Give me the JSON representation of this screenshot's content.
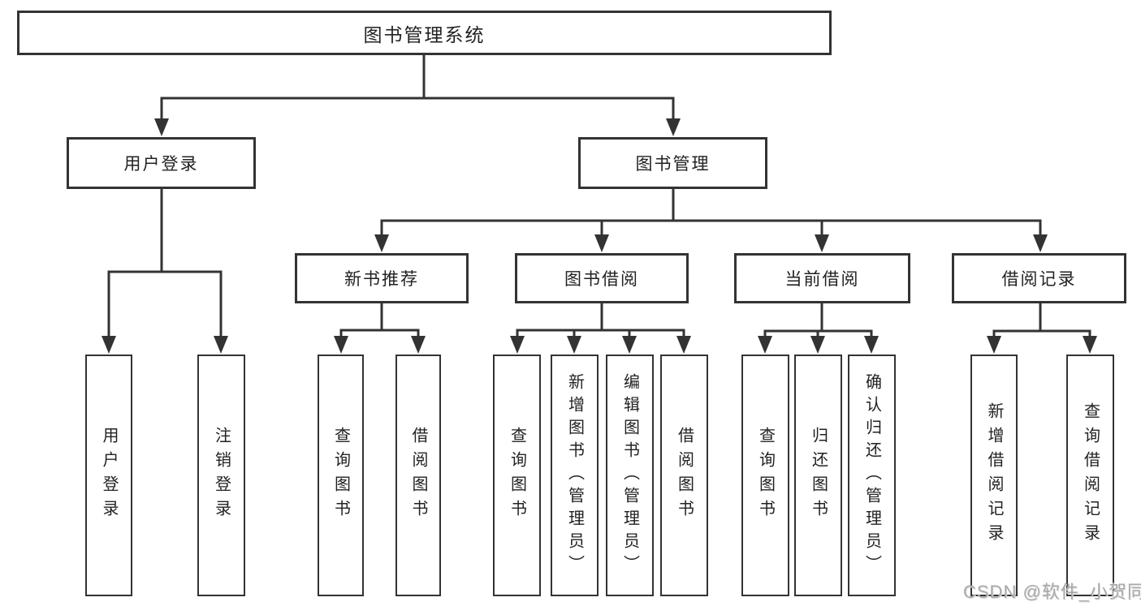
{
  "nodes": {
    "root": "图书管理系统",
    "user_login": "用户登录",
    "book_management": "图书管理",
    "new_book_recommend": "新书推荐",
    "book_borrow": "图书借阅",
    "current_borrow": "当前借阅",
    "borrow_records": "借阅记录",
    "leaf_user_login": "用户登录",
    "leaf_logout": "注销登录",
    "leaf_nb_query_book": "查询图书",
    "leaf_nb_borrow_book": "借阅图书",
    "leaf_bb_query_book": "查询图书",
    "leaf_bb_add_book": "新增图书（管理员）",
    "leaf_bb_edit_book": "编辑图书（管理员）",
    "leaf_bb_borrow_book": "借阅图书",
    "leaf_cb_query_book": "查询图书",
    "leaf_cb_return_book": "归还图书",
    "leaf_cb_confirm_return": "确认归还（管理员）",
    "leaf_br_add_record": "新增借阅记录",
    "leaf_br_query_record": "查询借阅记录"
  },
  "watermark": "CSDN @软件_小贺同学",
  "colors": {
    "line": "#333333",
    "text": "#222222",
    "watermark": "#a9a9a9",
    "background": "#ffffff"
  }
}
